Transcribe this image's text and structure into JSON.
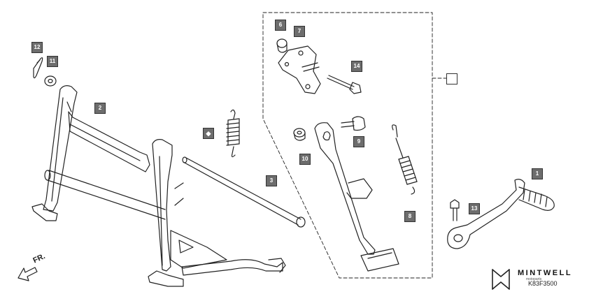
{
  "callouts": {
    "c1": "1",
    "c2": "2",
    "c3": "3",
    "c6": "6",
    "c7": "7",
    "c8": "8",
    "c9": "9",
    "c10": "10",
    "c11": "11",
    "c12": "12",
    "c13": "13",
    "c14": "14"
  },
  "direction_label": "FR.",
  "brand": {
    "name": "MINTWELL",
    "sub": "motoparts"
  },
  "diagram_code": "K83F3500",
  "colors": {
    "line": "#222222",
    "callout_fill": "#6d6d6d",
    "callout_text": "#ffffff"
  }
}
